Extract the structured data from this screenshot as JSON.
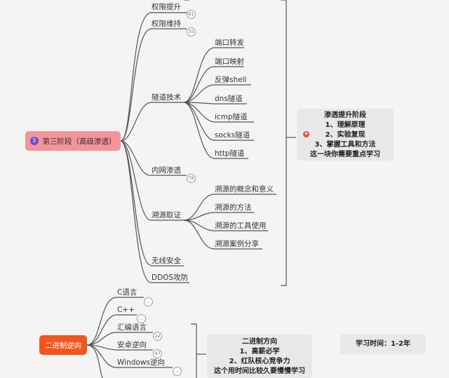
{
  "stage3": {
    "root_number": "3",
    "root_label": "第三阶段（高级渗透）",
    "top_child_labels": {
      "priv_esc": "权限提升",
      "persistence": "权限维持",
      "tunnel": "隧道技术",
      "intranet": "内网渗透",
      "tracing": "溯源取证",
      "wireless": "无线安全",
      "ddos": "DDOS攻防"
    },
    "badges": {
      "priv_esc": "61",
      "persistence": "35",
      "intranet": "76"
    },
    "tunnel_items": [
      "端口转发",
      "端口映射",
      "反弹shell",
      "dns隧道",
      "icmp隧道",
      "socks隧道",
      "http隧道"
    ],
    "tracing_items": [
      "溯源的概念和意义",
      "溯源的方法",
      "溯源的工具使用",
      "溯源案例分享"
    ],
    "note_lines": [
      "渗透提升阶段",
      "1、理解原理",
      "2、实验复现",
      "3、掌握工具和方法",
      "这一块你需要重点学习"
    ]
  },
  "reverse": {
    "root_label": "二进制逆向",
    "children": [
      {
        "label": "C语言",
        "badge": "..."
      },
      {
        "label": "C++",
        "badge": "..."
      },
      {
        "label": "汇编语言",
        "badge": "22"
      },
      {
        "label": "安卓逆向",
        "badge": "47"
      },
      {
        "label": "Windows逆向",
        "badge": "..."
      }
    ],
    "note_lines": [
      "二进制方向",
      "1、高薪必学",
      "2、红队核心竞争力",
      "这个用时间比较久要慢慢学习"
    ],
    "time_label": "学习时间：1-2年"
  },
  "colors": {
    "line": "#555555",
    "stage3_root": "#f3949b",
    "reverse_root": "#f2561d",
    "note_bg": "#e8e8e9",
    "number_badge": "#6a4bc9",
    "flag": "#e74c3c"
  },
  "icons": [
    "number-3-icon",
    "flag-icon",
    "count-badge-icon"
  ]
}
